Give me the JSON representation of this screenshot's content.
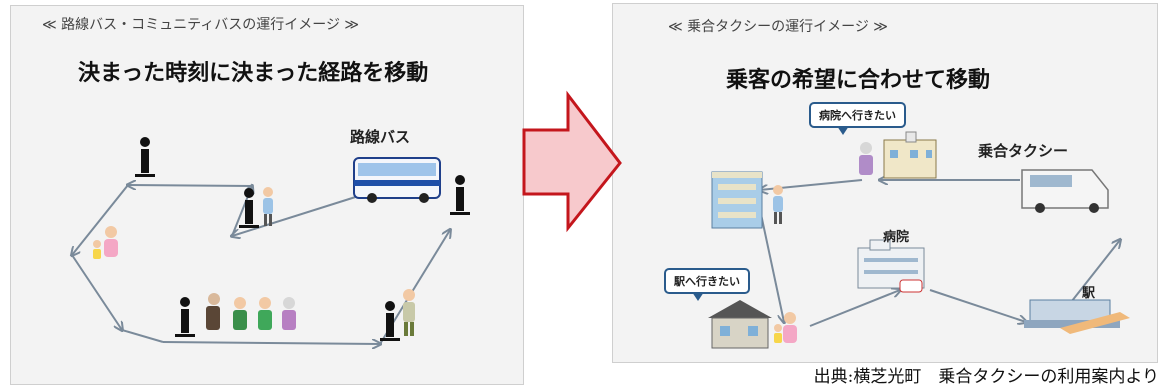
{
  "left": {
    "header": "≪ 路線バス・コミュニティバスの運行イメージ ≫",
    "title": "決まった時刻に決まった経路を移動",
    "vehicle_label": "路線バス"
  },
  "right": {
    "header": "≪ 乗合タクシーの運行イメージ ≫",
    "title": "乗客の希望に合わせて移動",
    "vehicle_label": "乗合タクシー",
    "hospital_label": "病院",
    "station_label": "駅",
    "bubble_hospital": "病院へ行きたい",
    "bubble_station": "駅へ行きたい"
  },
  "caption": "出典:横芝光町　乗合タクシーの利用案内より",
  "colors": {
    "route_arrow": "#7a8a9a",
    "transition_arrow_fill": "#f7c9cc",
    "transition_arrow_stroke": "#c4161c",
    "bubble_border": "#2a5b8c"
  },
  "icons": {
    "bus_stop": "bus-stop-icon",
    "bus": "bus-icon",
    "taxi": "taxi-van-icon",
    "hospital": "hospital-building-icon",
    "station": "train-station-icon",
    "house": "house-icon",
    "office": "office-building-icon",
    "clinic": "clinic-building-icon",
    "passenger": "person-icon"
  }
}
